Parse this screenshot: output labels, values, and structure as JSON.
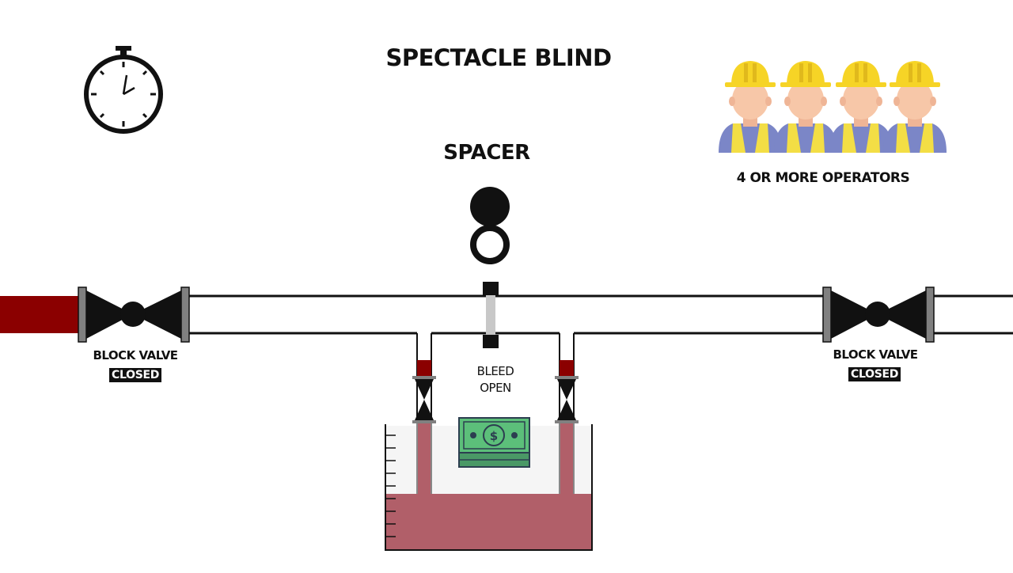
{
  "title": "SPECTACLE BLIND",
  "spacer_label": "SPACER",
  "operators_label": "4 OR MORE OPERATORS",
  "left_valve": {
    "label": "BLOCK VALVE",
    "state": "CLOSED"
  },
  "right_valve": {
    "label": "BLOCK VALVE",
    "state": "CLOSED"
  },
  "bleed": {
    "line1": "BLEED",
    "line2": "OPEN"
  },
  "icons": [
    "stopwatch-icon",
    "operator-icon",
    "money-icon"
  ],
  "colors": {
    "process_fluid": "#8b0000",
    "drain_fluid": "#b15f69",
    "hard_hat": "#f6d426",
    "operator_shirt": "#7b86c7",
    "vest": "#f3de45",
    "skin": "#f7c7a8",
    "money": "#5cbf7a",
    "flange_gray": "#808080",
    "blind_gray": "#c8c8c8"
  }
}
